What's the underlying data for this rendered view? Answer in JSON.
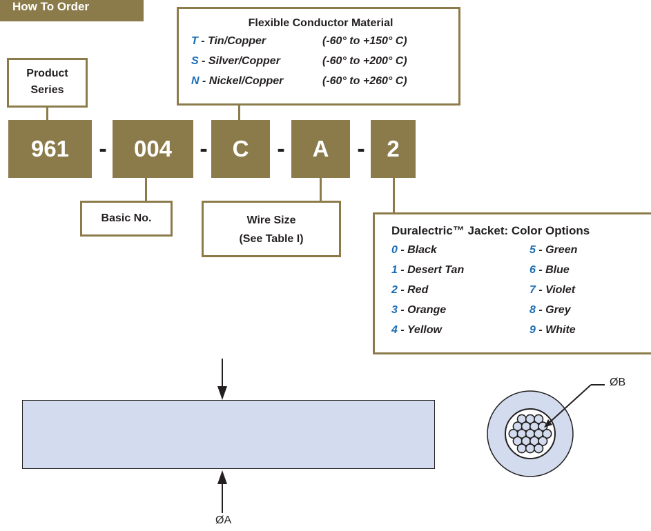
{
  "header": {
    "title": "How To Order"
  },
  "product_series": {
    "line1": "Product",
    "line2": "Series"
  },
  "part_number": {
    "segments": [
      "961",
      "004",
      "C",
      "A",
      "2"
    ],
    "separator": "-"
  },
  "conductor_material": {
    "title": "Flexible Conductor Material",
    "items": [
      {
        "code": "T",
        "name": " - Tin/Copper",
        "range": "(-60° to +150° C)"
      },
      {
        "code": "S",
        "name": " - Silver/Copper",
        "range": "(-60° to +200° C)"
      },
      {
        "code": "N",
        "name": " - Nickel/Copper",
        "range": "(-60° to +260° C)"
      }
    ]
  },
  "basic_no": {
    "label": "Basic No."
  },
  "wire_size": {
    "line1": "Wire Size",
    "line2": "(See Table I)"
  },
  "jacket_colors": {
    "title": "Duralectric™ Jacket: Color Options",
    "left": [
      {
        "code": "0",
        "name": " - Black"
      },
      {
        "code": "1",
        "name": " - Desert Tan"
      },
      {
        "code": "2",
        "name": " - Red"
      },
      {
        "code": "3",
        "name": " - Orange"
      },
      {
        "code": "4",
        "name": " - Yellow"
      }
    ],
    "right": [
      {
        "code": "5",
        "name": " - Green"
      },
      {
        "code": "6",
        "name": " - Blue"
      },
      {
        "code": "7",
        "name": " - Violet"
      },
      {
        "code": "8",
        "name": " - Grey"
      },
      {
        "code": "9",
        "name": " - White"
      }
    ]
  },
  "dimensions": {
    "a_label": "ØA",
    "b_label": "ØB"
  },
  "colors": {
    "brand": "#8c7b4a",
    "code_blue": "#1a6cb5",
    "wire_fill": "#d3dcef"
  }
}
